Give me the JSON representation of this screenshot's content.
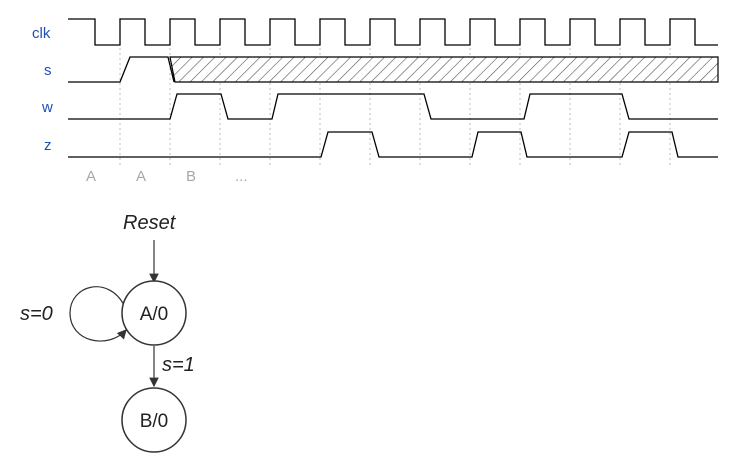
{
  "timing": {
    "signals": [
      "clk",
      "s",
      "w",
      "z"
    ],
    "state_labels": [
      "A",
      "A",
      "B",
      "..."
    ]
  },
  "fsm": {
    "reset_label": "Reset",
    "state_a": "A/0",
    "state_b": "B/0",
    "self_loop_label": "s=0",
    "transition_label": "s=1"
  }
}
